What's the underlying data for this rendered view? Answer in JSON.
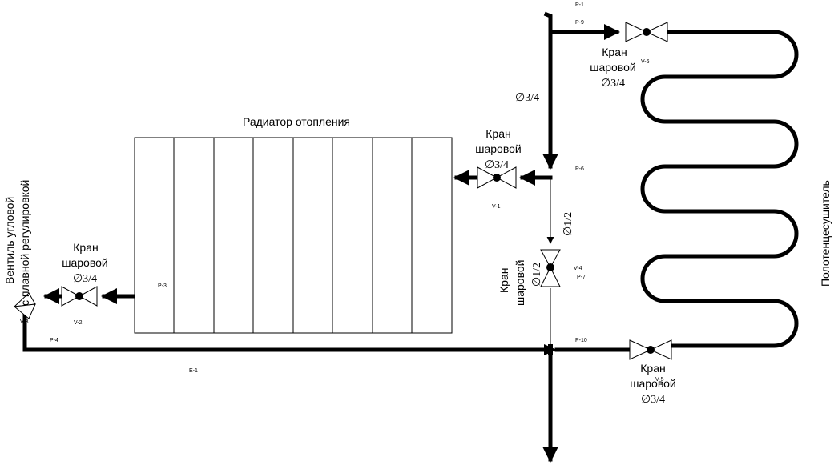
{
  "radiator": {
    "title": "Радиатор отопления",
    "section_count": 8
  },
  "towel_dryer": {
    "label": "Полотенцесушитель"
  },
  "angle_valve": {
    "label_line1": "Вентиль угловой",
    "label_line2": "с плавной регулировкой"
  },
  "valve_labels": {
    "v1": {
      "line1": "Кран",
      "line2": "шаровой",
      "size": "∅3/4"
    },
    "v2": {
      "line1": "Кран",
      "line2": "шаровой",
      "size": "∅3/4"
    },
    "v4": {
      "line1": "Кран",
      "line2": "шаровой",
      "size": "∅1/2"
    },
    "v5": {
      "line1": "Кран",
      "line2": "шаровой",
      "size": "∅3/4"
    },
    "v6": {
      "line1": "Кран",
      "line2": "шаровой",
      "size": "∅3/4"
    }
  },
  "pipe_sizes": {
    "riser": "∅3/4",
    "bypass": "∅1/2"
  },
  "tags": {
    "p1": "P-1",
    "p3": "P-3",
    "p4": "P-4",
    "p6": "P-6",
    "p7": "P-7",
    "p9": "P-9",
    "p10": "P-10",
    "v1": "V-1",
    "v2": "V-2",
    "v3": "V-3",
    "v4": "V-4",
    "v5": "V-5",
    "v6": "V-6",
    "e1": "E-1"
  }
}
